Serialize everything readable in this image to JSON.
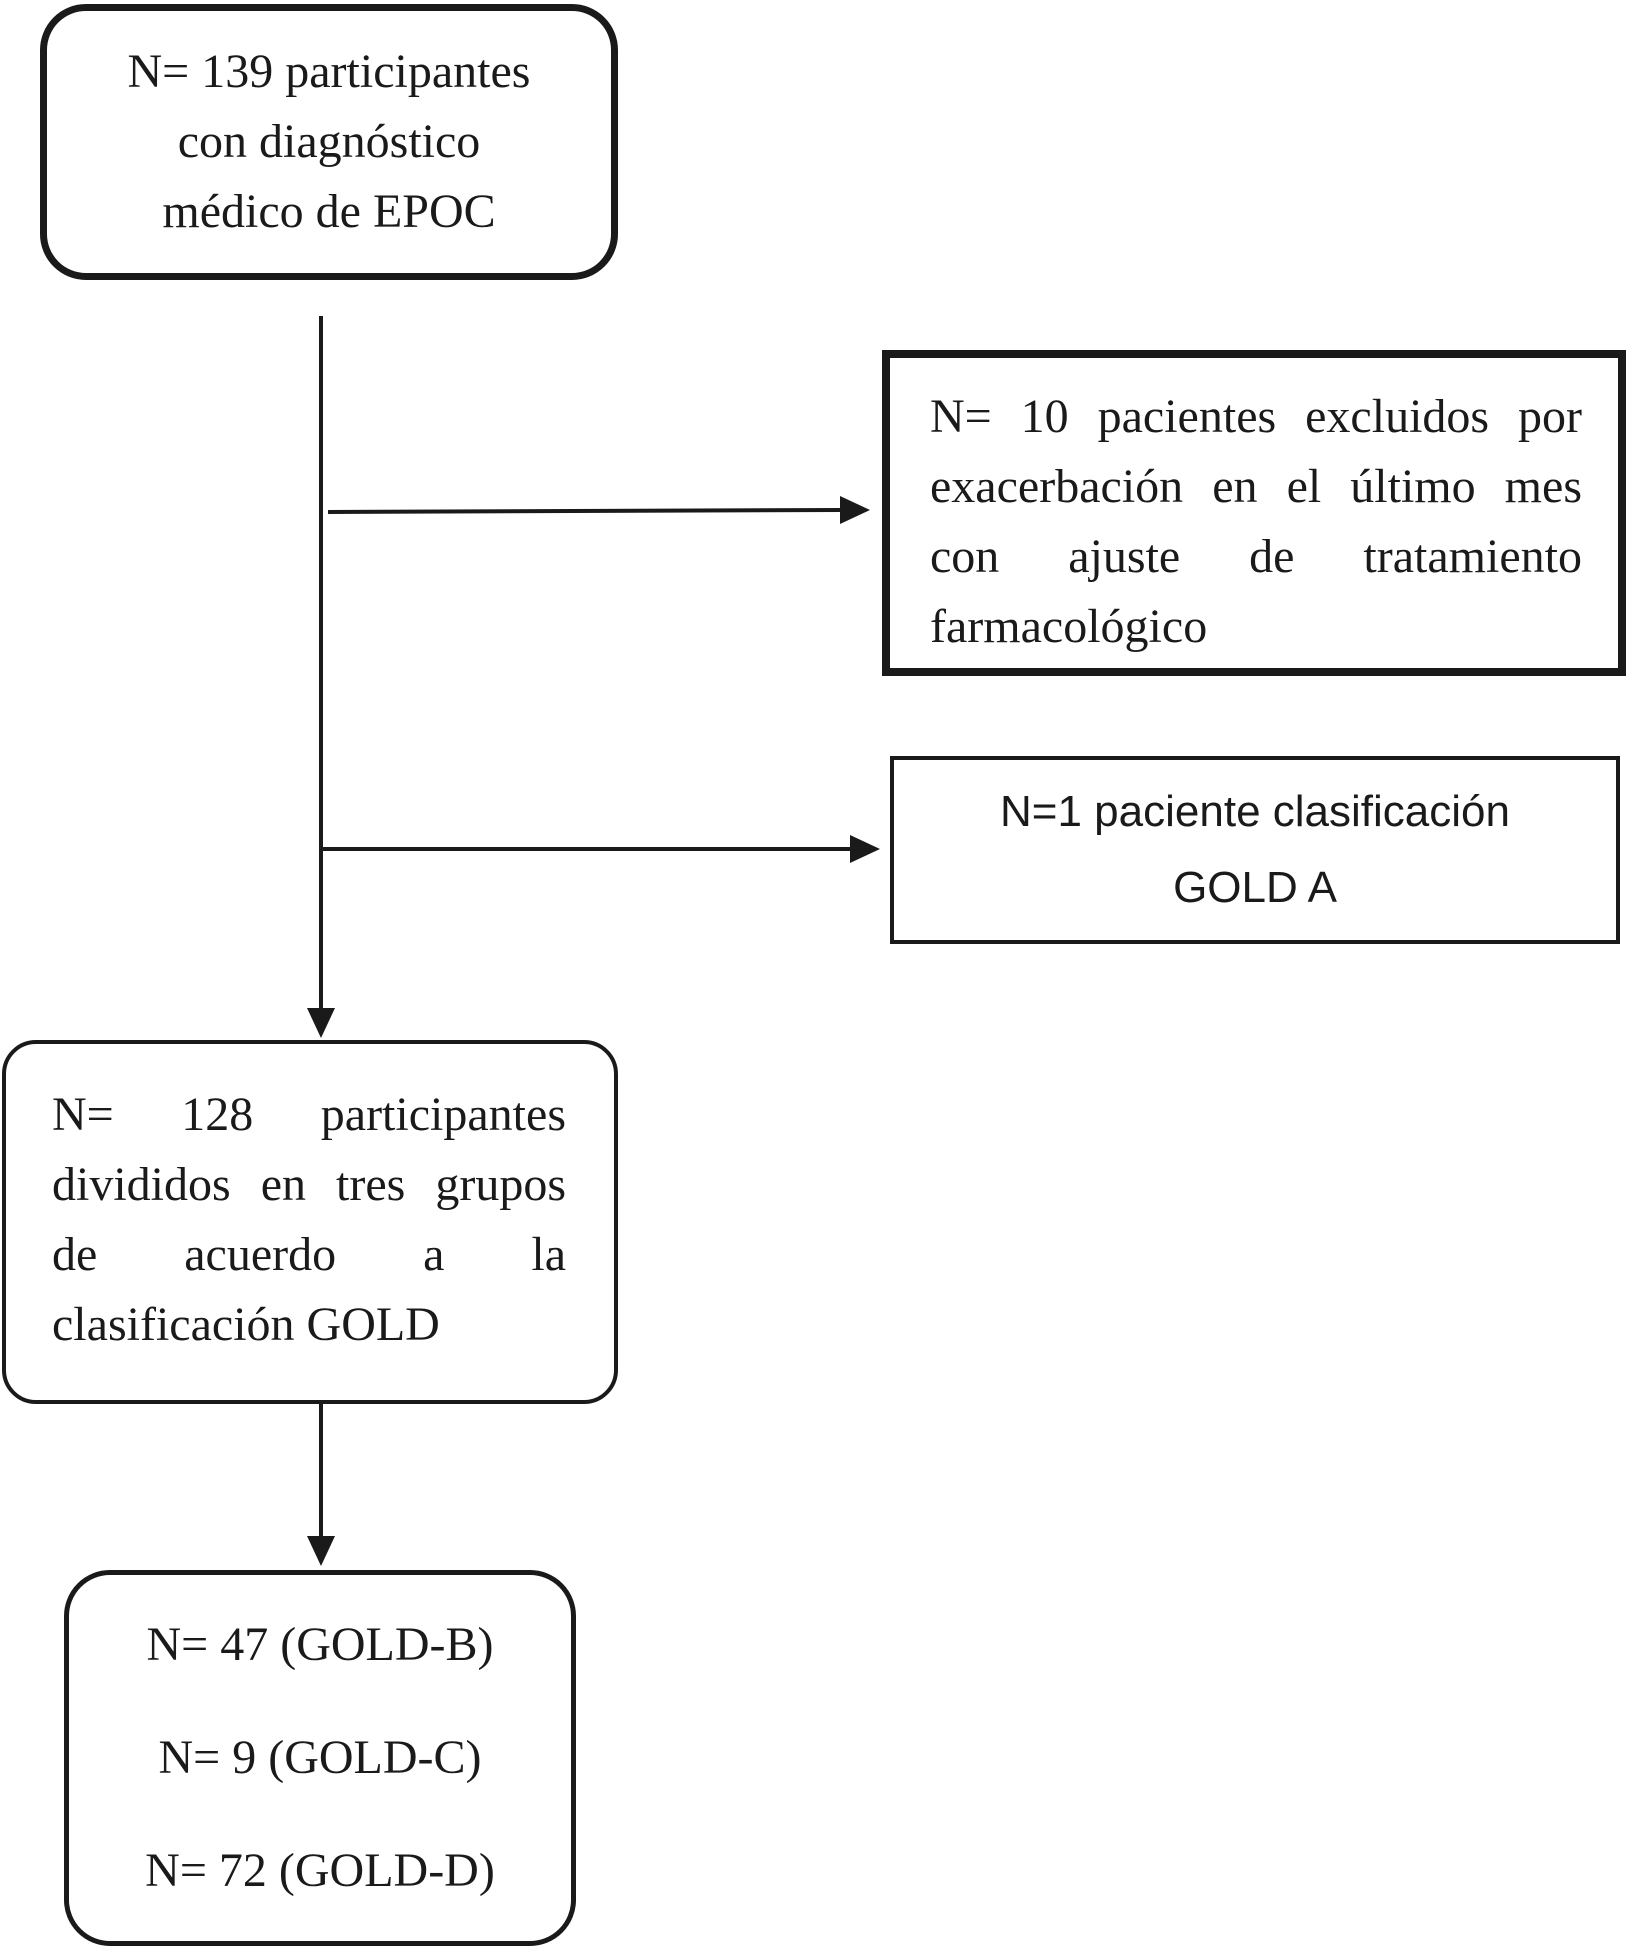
{
  "flow": {
    "start": {
      "lines": [
        "N= 139 participantes",
        "con diagnóstico",
        "médico de EPOC"
      ]
    },
    "excluded": {
      "lines": [
        "N= 10 pacientes excluidos por",
        "exacerbación en el último mes",
        "con ajuste de tratamiento",
        "farmacológico"
      ]
    },
    "gold_a": {
      "lines": [
        "N=1 paciente clasificación",
        "GOLD A"
      ]
    },
    "divided": {
      "lines": [
        "N= 128 participantes",
        "divididos en tres grupos",
        "de acuerdo a la",
        "clasificación GOLD"
      ]
    },
    "results": {
      "lines": [
        "N= 47 (GOLD-B)",
        "N= 9 (GOLD-C)",
        "N= 72 (GOLD-D)"
      ]
    }
  },
  "colors": {
    "stroke": "#1a1a1a",
    "background": "#ffffff"
  }
}
